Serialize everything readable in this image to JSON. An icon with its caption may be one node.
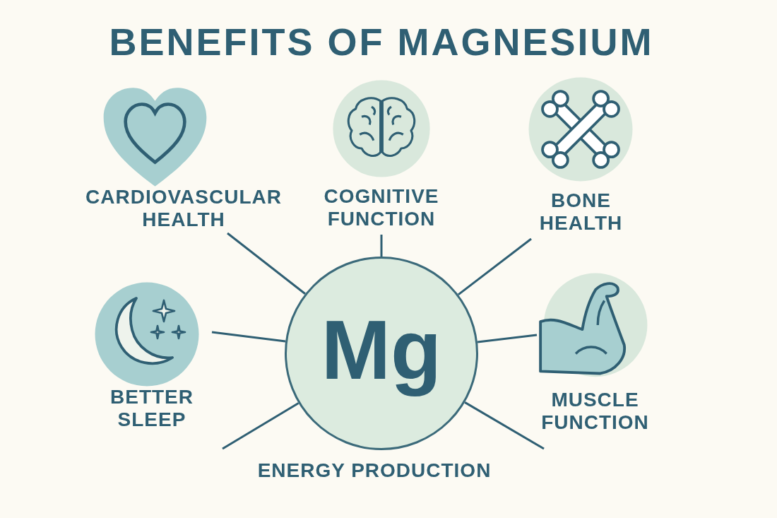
{
  "diagram": {
    "title": "BENEFITS OF MAGNESIUM",
    "nodes": [
      {
        "text": [
          "Mg"
        ]
      },
      {
        "text": [
          "CARDIOVASCULAR HEALTH"
        ]
      },
      {
        "text": [
          "COGNITIVE FUNCTION"
        ]
      },
      {
        "text": [
          "BONE HEALTH"
        ]
      },
      {
        "text": [
          "BETTER SLEEP"
        ]
      },
      {
        "text": [
          "MUSCLE FUNCTION"
        ]
      }
    ],
    "edges": [
      {
        "from": 0,
        "to": 1,
        "arrow": "none"
      },
      {
        "from": 0,
        "to": 2,
        "arrow": "none"
      },
      {
        "from": 0,
        "to": 3,
        "arrow": "none"
      },
      {
        "from": 0,
        "to": 4,
        "arrow": "none"
      },
      {
        "from": 0,
        "to": 5,
        "arrow": "none"
      },
      {
        "from": 0,
        "to": null,
        "arrow": "none"
      },
      {
        "from": 0,
        "to": null,
        "arrow": "none"
      }
    ],
    "labels": [
      "ENERGY PRODUCTION"
    ]
  }
}
